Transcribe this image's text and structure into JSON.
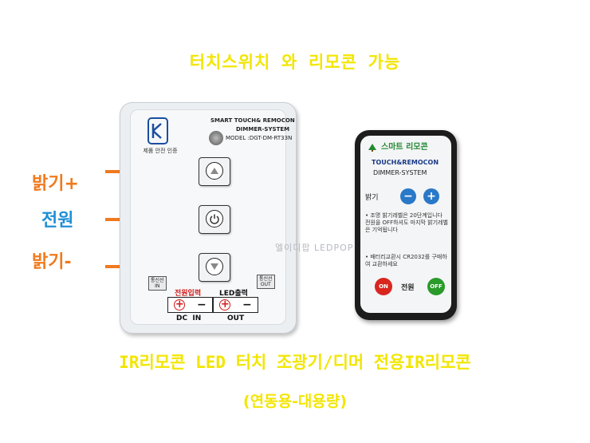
{
  "headline": "터치스위치 와 리모콘 가능",
  "labels": {
    "bright_up": "밝기+",
    "power": "전원",
    "bright_down": "밝기-"
  },
  "colors": {
    "headline_yellow": "#f2e600",
    "label_orange": "#f07a1e",
    "label_blue": "#1f8fd6"
  },
  "controller": {
    "kc_text": "제품 안전 인증",
    "brand_line1": "SMART TOUCH& REMOCON",
    "brand_line2": "DIMMER-SYSTEM",
    "model": "MODEL :DGT-DM-RT33N",
    "tag_left": "통신선\nIN",
    "tag_right": "통신선\nOUT",
    "power_input": "전원입력",
    "led_output": "LED출력",
    "dc_in": "DC  IN",
    "out": "OUT",
    "minus": "−",
    "plus": "+"
  },
  "remote": {
    "title": "스마트 리모콘",
    "sub1": "TOUCH&REMOCON",
    "sub2": "DIMMER-SYSTEM",
    "bright_label": "밝기",
    "btn_minus": "−",
    "btn_plus": "+",
    "note1": "• 조명 밝기레벨은 20단계입니다 전원을 OFF하셔도 마지막 밝기레벨은 기억됩니다",
    "note2": "• 배터리교환시 CR2032를 구매하여 교환하세요",
    "on": "ON",
    "power": "전원",
    "off": "OFF"
  },
  "watermark": "엘이디팝 LEDPOP",
  "bottom_line1": "IR리모콘 LED 터치 조광기/디머  전용IR리모콘",
  "bottom_line2": "(연동용-대용량)"
}
